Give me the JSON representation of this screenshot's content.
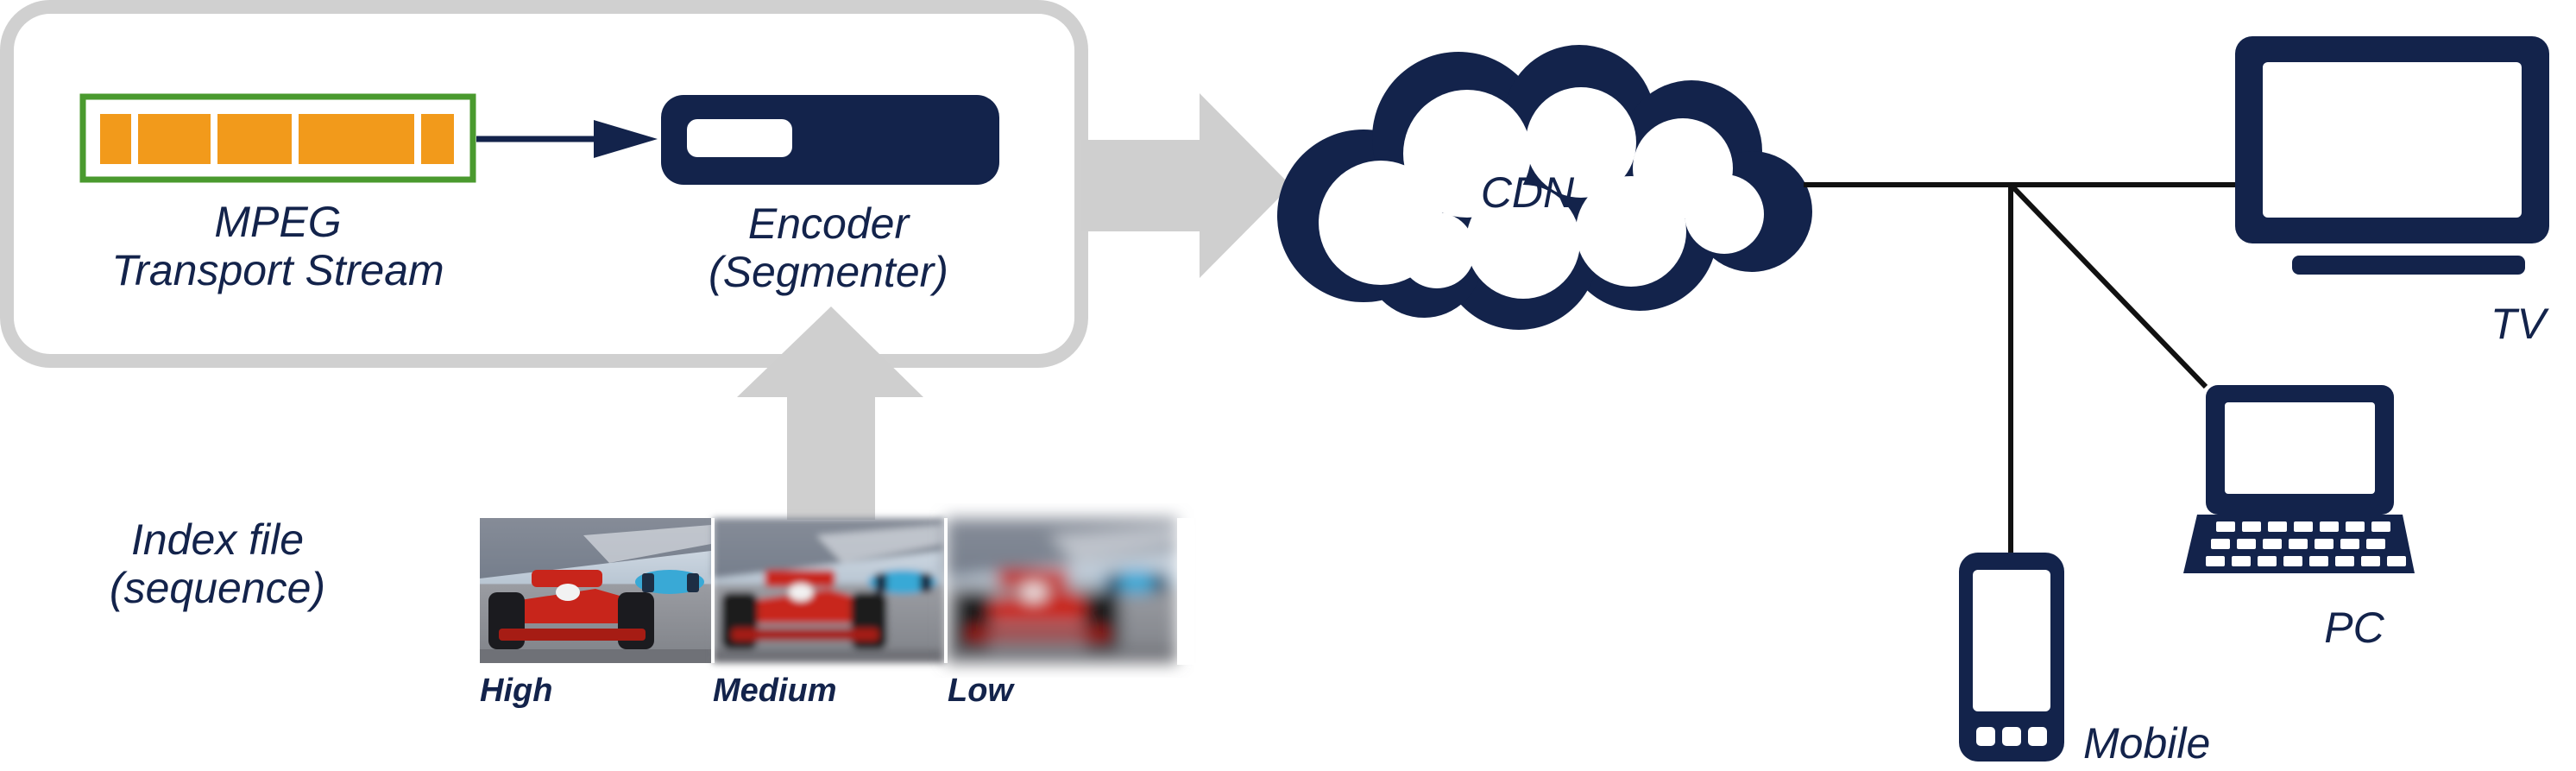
{
  "source": {
    "line1": "MPEG",
    "line2": "Transport Stream"
  },
  "encoder": {
    "line1": "Encoder",
    "line2": "(Segmenter)"
  },
  "cdn": {
    "label": "CDN"
  },
  "index": {
    "line1": "Index file",
    "line2": "(sequence)"
  },
  "qualities": [
    {
      "label": "High"
    },
    {
      "label": "Medium"
    },
    {
      "label": "Low"
    }
  ],
  "devices": {
    "tv": "TV",
    "pc": "PC",
    "mobile": "Mobile"
  },
  "colors": {
    "navy": "#13234b",
    "orange": "#f29a1b",
    "green": "#4a9a2e",
    "gray": "#cfcfcf",
    "asphalt": "#8d8f95",
    "sky": "#c9d6e2",
    "car_red": "#c8251b",
    "car_blue": "#39a9d6"
  },
  "icons": [
    "cloud-icon",
    "tv-icon",
    "laptop-icon",
    "smartphone-icon",
    "arrow-right-icon",
    "arrow-up-icon"
  ]
}
